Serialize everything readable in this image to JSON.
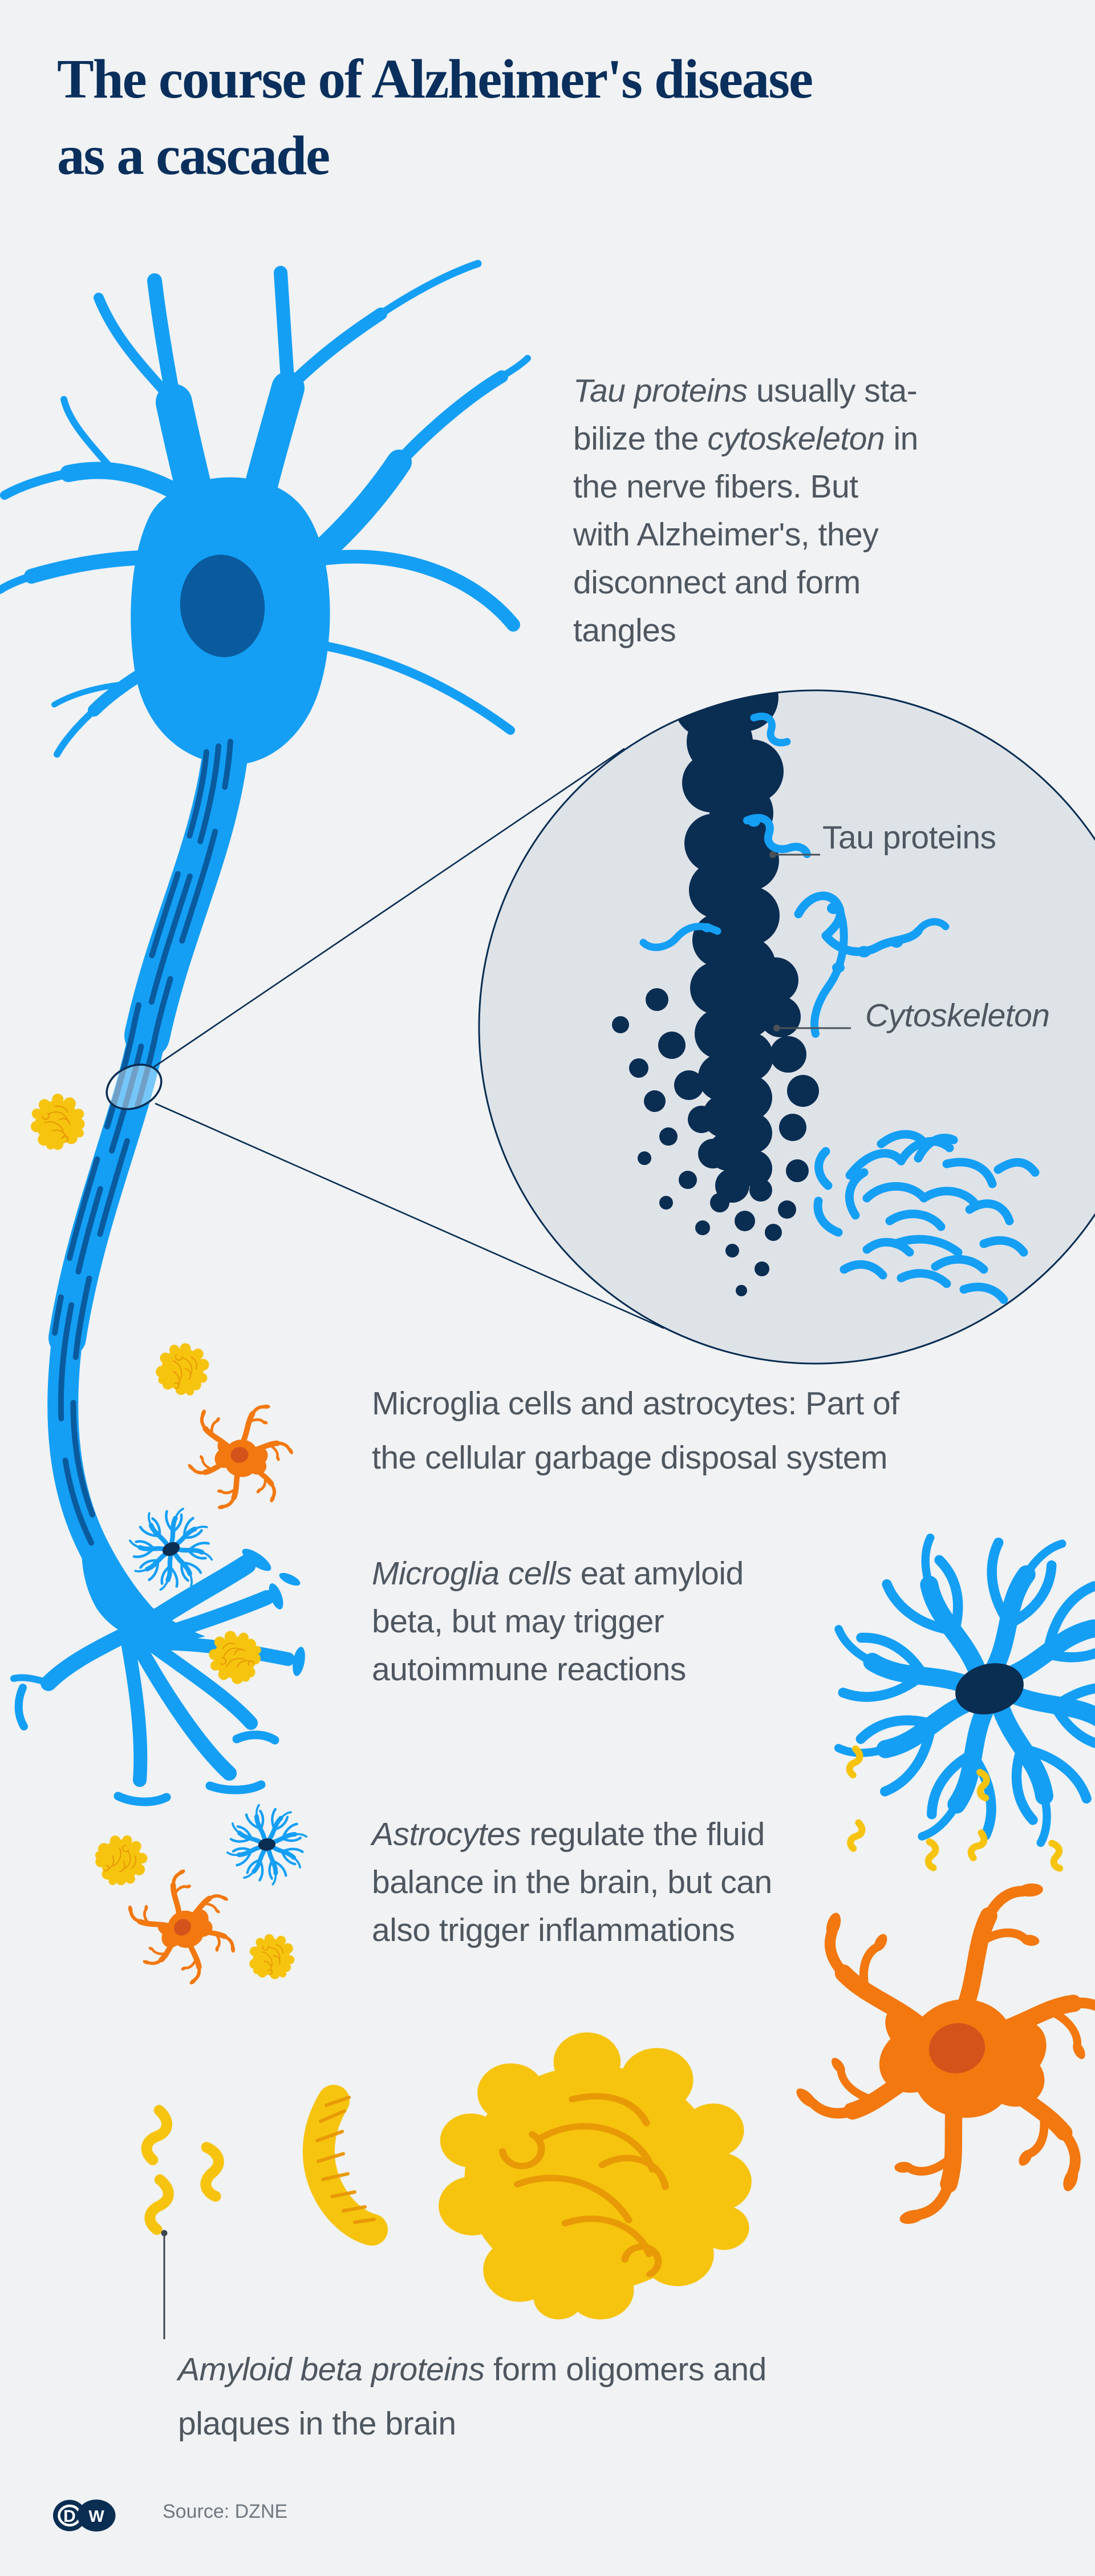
{
  "title": {
    "line1": "The course of Alzheimer's disease",
    "line2": "as a cascade"
  },
  "tau_paragraph": {
    "l1_italic": "Tau proteins",
    "l1_rest": " usually sta-",
    "l2_pre": "bilize the ",
    "l2_italic": "cytoskeleton",
    "l2_post": " in",
    "l3": "the nerve fibers. But",
    "l4": "with Alzheimer's, they",
    "l5": "disconnect and form",
    "l6": "tangles"
  },
  "magnifier_labels": {
    "tau": "Tau proteins",
    "cytoskeleton": "Cytoskeleton"
  },
  "cells_heading": {
    "line1": "Microglia cells and astrocytes: Part of",
    "line2": "the cellular garbage disposal system"
  },
  "microglia_paragraph": {
    "l1_italic": "Microglia cells",
    "l1_rest": " eat amyloid",
    "l2": "beta, but may trigger",
    "l3": "autoimmune reactions"
  },
  "astrocytes_paragraph": {
    "l1_italic": "Astrocytes",
    "l1_rest": " regulate the fluid",
    "l2": "balance in the brain, but can",
    "l3": "also trigger inflammations"
  },
  "amyloid_paragraph": {
    "l1_italic": "Amyloid beta proteins",
    "l1_rest": " form oligomers and",
    "l2": "plaques in the brain"
  },
  "footer": {
    "source": "Source: DZNE",
    "logo_letter_d": "D",
    "logo_letter_w": "W"
  },
  "colors": {
    "background": "#F0F2F4",
    "zoom_circle_fill": "#DEE3E8",
    "navy": "#0A2D52",
    "bright_blue": "#149FF5",
    "medium_blue": "#0A5B9E",
    "orange": "#F2780F",
    "orange_dark": "#D4531A",
    "yellow": "#F6C40E",
    "yellow_dark": "#E89A06",
    "body_text": "#4E5760",
    "muted_text": "#6F7880"
  },
  "illustration_parts": {
    "neuron": "nerve cell with dendrites, cell body, nucleus and axon",
    "magnifier": "detail circle magnifying a segment of the axon",
    "cytoskeleton_column": "disintegrating cytoskeleton shown as dark dots",
    "tau_squiggles": "blue tau protein squiggles detaching",
    "tau_tangle": "ball of tangled tau proteins",
    "microglia_small": "two small microglia cells near the axon",
    "microglia_large": "large microglia cell at right",
    "astrocyte_small": "two small astrocytes near the axon",
    "astrocyte_large": "large orange astrocyte at right",
    "amyloid_squiggles": "single amyloid beta proteins",
    "amyloid_oligomer": "twisted amyloid beta oligomer",
    "amyloid_plaque": "large amyloid beta plaque"
  }
}
